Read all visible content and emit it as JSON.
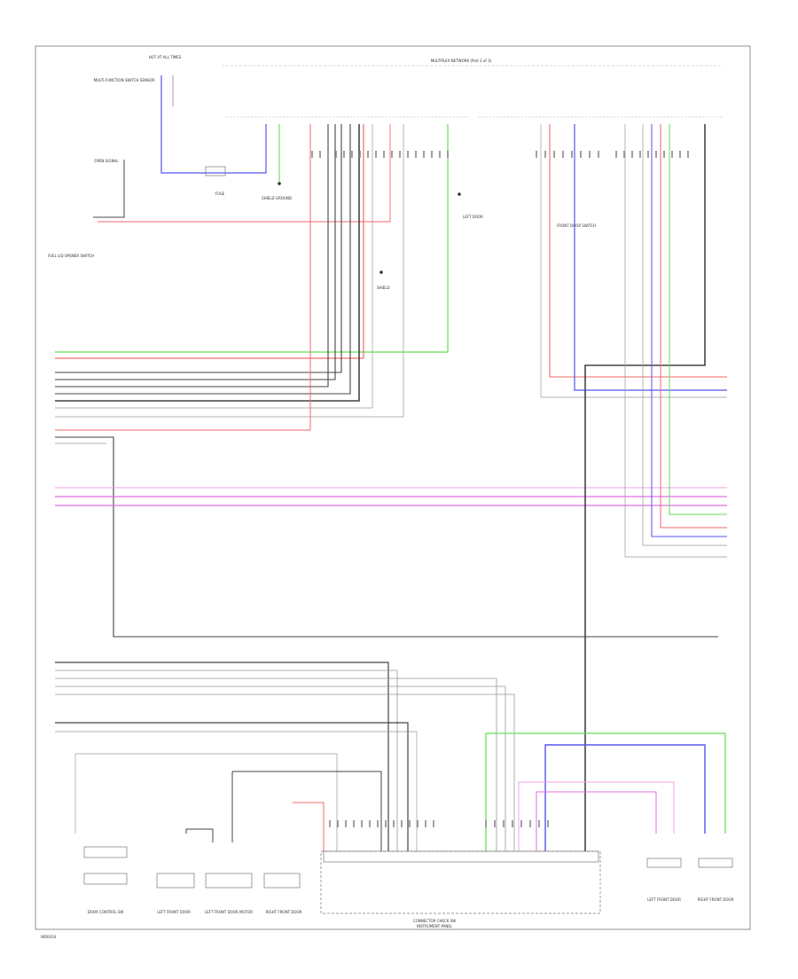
{
  "title": "MULTIPLEX NETWORK (Part 2 of 3)",
  "footer_code": "WD0034",
  "labels": {
    "top_left_batt": "HOT AT ALL TIMES",
    "top_left_sensor": "MULTI-FUNCTION SWITCH SENSOR",
    "fuse": "FUSE",
    "ground_a": "SHIELD GROUND",
    "ground_b": "OPEN SIGNAL",
    "fuel_open": "FUEL LID OPENER SWITCH",
    "left_door": "LEFT DOOR",
    "front_door": "FRONT DOOR SWITCH",
    "shield_lbl": "SHIELD",
    "bottom_main": "CONNECTOR CHECK SW",
    "bottom_main_2": "INSTRUMENT PANEL",
    "sub_a": "DOOR CONTROL SW",
    "sub_b": "LEFT FRONT DOOR",
    "sub_c": "LEFT FRONT DOOR MOTOR",
    "sub_d": "RIGHT FRONT DOOR",
    "sub_e": "LEFT FRONT DOOR",
    "sub_f": "RIGHT FRONT DOOR"
  },
  "colors": {
    "red": "#f06a6a",
    "green": "#66dd55",
    "blue": "#5555ee",
    "magenta": "#e070e0",
    "dark": "#444444",
    "grey": "#999999",
    "pink": "#f0a0e8"
  }
}
